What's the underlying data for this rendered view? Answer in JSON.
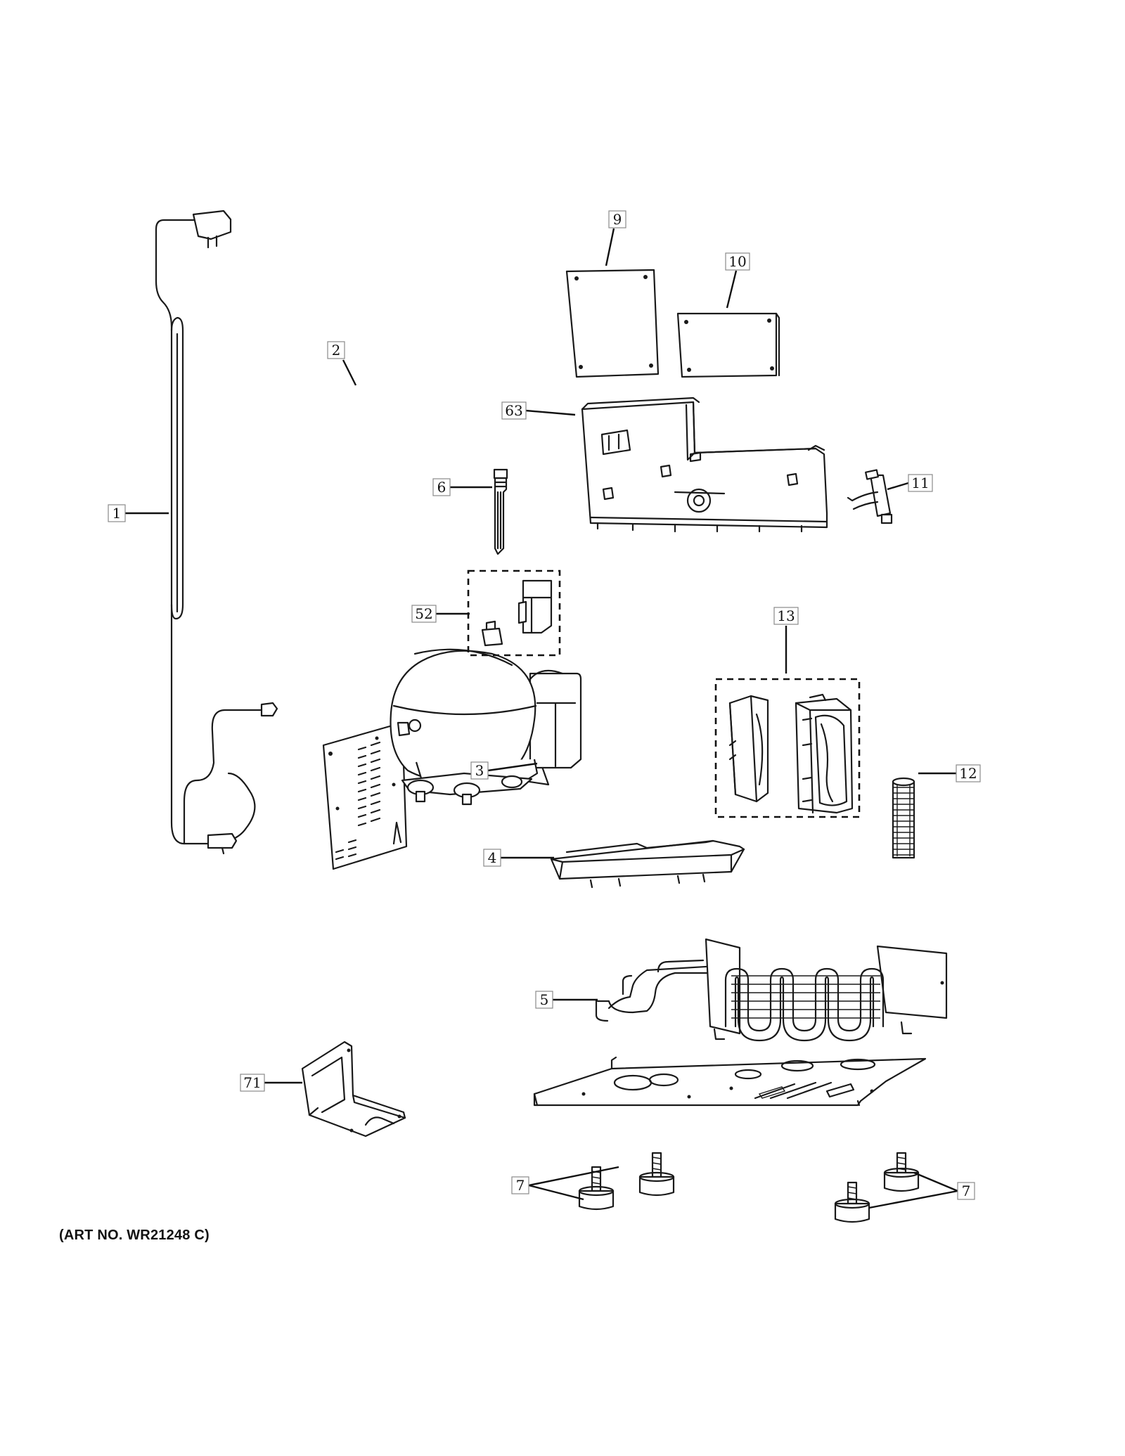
{
  "callouts": {
    "p1": "1",
    "p2": "2",
    "p3": "3",
    "p4": "4",
    "p5": "5",
    "p6": "6",
    "p7a": "7",
    "p7b": "7",
    "p9": "9",
    "p10": "10",
    "p11": "11",
    "p12": "12",
    "p13": "13",
    "p52": "52",
    "p63": "63",
    "p71": "71"
  },
  "footer": {
    "art_number": "(ART NO. WR21248 C)"
  }
}
